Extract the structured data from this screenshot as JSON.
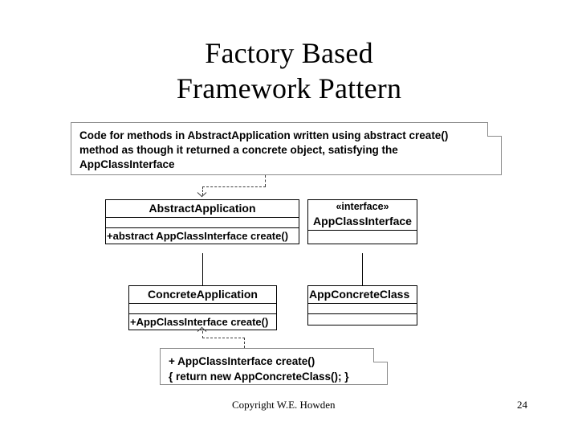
{
  "slide": {
    "title_line1": "Factory Based",
    "title_line2": "Framework Pattern",
    "page_number": "24",
    "copyright": "Copyright W.E. Howden"
  },
  "diagram": {
    "type": "uml-class-diagram",
    "notes": [
      {
        "id": "note-top",
        "lines": [
          "Code for methods in AbstractApplication written using abstract create()",
          "method as though it returned a concrete object, satisfying the",
          "AppClassInterface"
        ],
        "anchored_to": "AbstractApplication"
      },
      {
        "id": "note-bottom",
        "lines": [
          "+ AppClassInterface create()",
          "{   return new AppConcreteClass(); }"
        ],
        "anchored_to": "ConcreteApplication"
      }
    ],
    "classes": [
      {
        "id": "class-abstract-application",
        "stereotype": "",
        "name": "AbstractApplication",
        "attributes": [],
        "operations": [
          "+abstract AppClassInterface create()"
        ]
      },
      {
        "id": "class-app-class-interface",
        "stereotype": "«interface»",
        "name": "AppClassInterface",
        "attributes": [],
        "operations": []
      },
      {
        "id": "class-concrete-application",
        "stereotype": "",
        "name": "ConcreteApplication",
        "attributes": [],
        "operations": [
          "+AppClassInterface create()"
        ]
      },
      {
        "id": "class-app-concrete-class",
        "stereotype": "",
        "name": "AppConcreteClass",
        "attributes": [],
        "operations": []
      }
    ],
    "relationships": [
      {
        "kind": "generalization",
        "from": "ConcreteApplication",
        "to": "AbstractApplication"
      },
      {
        "kind": "generalization",
        "from": "AppConcreteClass",
        "to": "AppClassInterface"
      },
      {
        "kind": "note-anchor",
        "from": "note-top",
        "to": "AbstractApplication"
      },
      {
        "kind": "note-anchor",
        "from": "note-bottom",
        "to": "ConcreteApplication"
      }
    ]
  },
  "colors": {
    "background": "#ffffff",
    "ink": "#000000",
    "note_border": "#8a8a8a",
    "dashed_line": "#3c3c3c"
  }
}
